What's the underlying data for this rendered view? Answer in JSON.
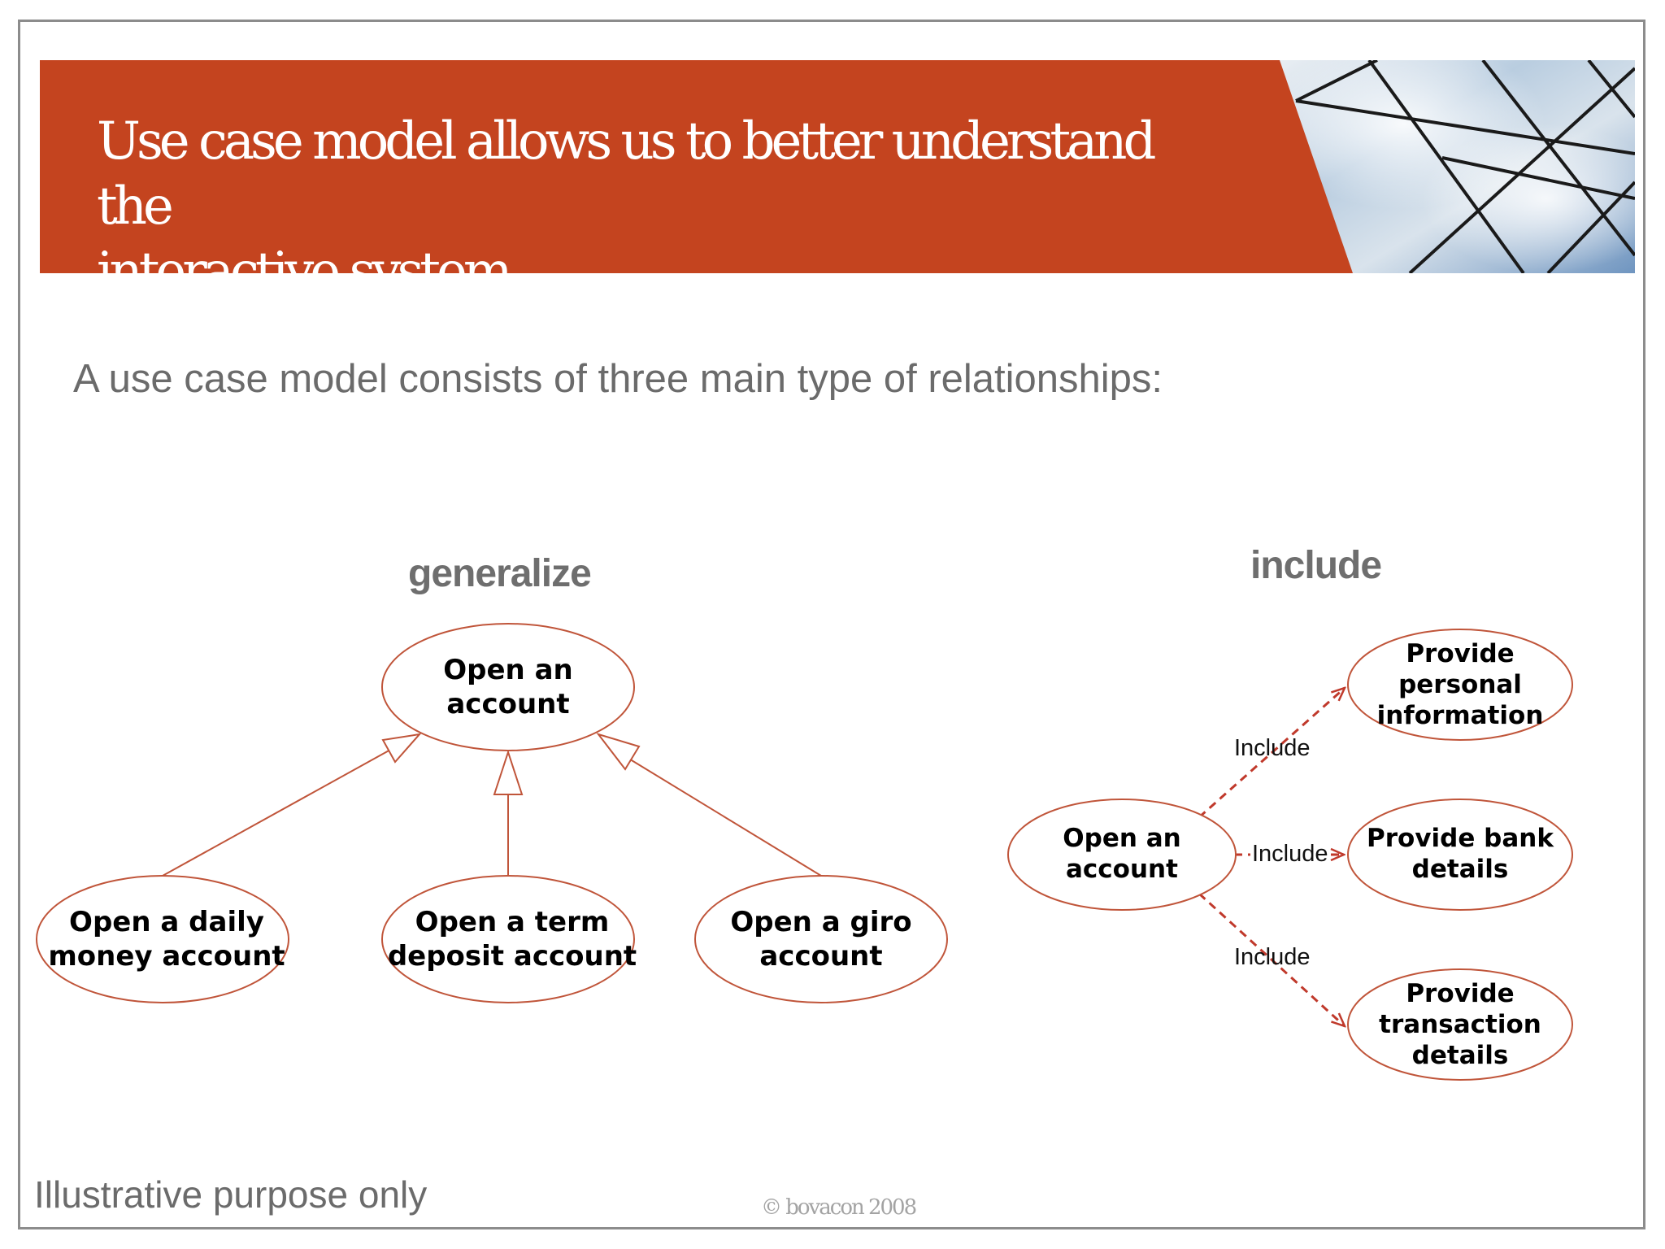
{
  "slide": {
    "title_line1": "Use case model allows us to better understand the",
    "title_line2": "interactive system",
    "subtitle": "A use case model consists of three main type of relationships:",
    "footer_note": "Illustrative purpose only",
    "copyright": "© bovacon 2008"
  },
  "colors": {
    "banner": "#c4441f",
    "node_border": "#c0553a",
    "dashed_arrow": "#c0392b"
  },
  "generalize": {
    "heading": "generalize",
    "parent": "Open an\naccount",
    "children": [
      "Open a daily\nmoney account",
      "Open a term\ndeposit account",
      "Open a giro\naccount"
    ]
  },
  "include": {
    "heading": "include",
    "base": "Open an\naccount",
    "targets": [
      "Provide\npersonal\ninformation",
      "Provide bank\ndetails",
      "Provide\ntransaction\ndetails"
    ],
    "edge_labels": [
      "Include",
      "Include",
      "Include"
    ]
  }
}
